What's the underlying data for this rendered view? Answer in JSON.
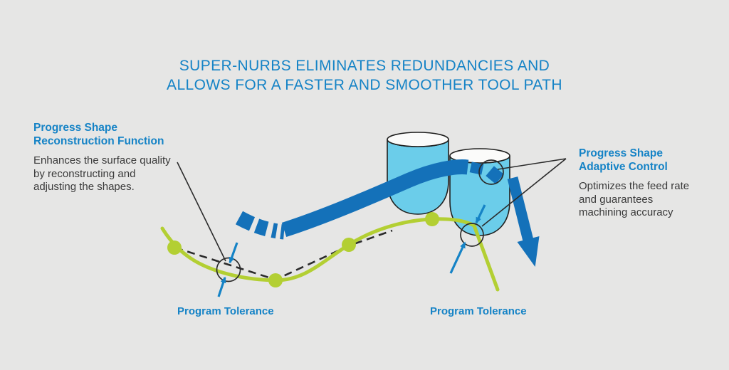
{
  "title": {
    "line1": "SUPER-NURBS ELIMINATES REDUNDANCIES AND",
    "line2": "ALLOWS FOR A FASTER AND SMOOTHER TOOL PATH"
  },
  "annotations": {
    "left": {
      "heading_lines": [
        "Progress Shape",
        "Reconstruction Function"
      ],
      "body_lines": [
        "Enhances the surface quality",
        "by reconstructing and",
        "adjusting the shapes."
      ]
    },
    "right": {
      "heading_lines": [
        "Progress Shape",
        "Adaptive Control"
      ],
      "body_lines": [
        "Optimizes the feed rate",
        "and guarantees",
        "machining accuracy"
      ]
    }
  },
  "labels": {
    "program_tolerance_left": "Program Tolerance",
    "program_tolerance_right": "Program Tolerance"
  },
  "icons": {
    "feed_rate_arrow": "thick blue arrow pointing down-right",
    "tool_cylinders": "two light-blue ball-end milling tools",
    "tolerance_circles": "three thin black inspection circles",
    "tolerance_arrows": "blue double-headed tolerance gap arrows"
  },
  "colors": {
    "background": "#e6e6e5",
    "accent_blue": "#1583c6",
    "band_blue": "#1471b9",
    "tool_fill": "#6bcdea",
    "path_green": "#b3cf33",
    "line_dark": "#2b2b2b",
    "body_text": "#3a3a3a"
  }
}
